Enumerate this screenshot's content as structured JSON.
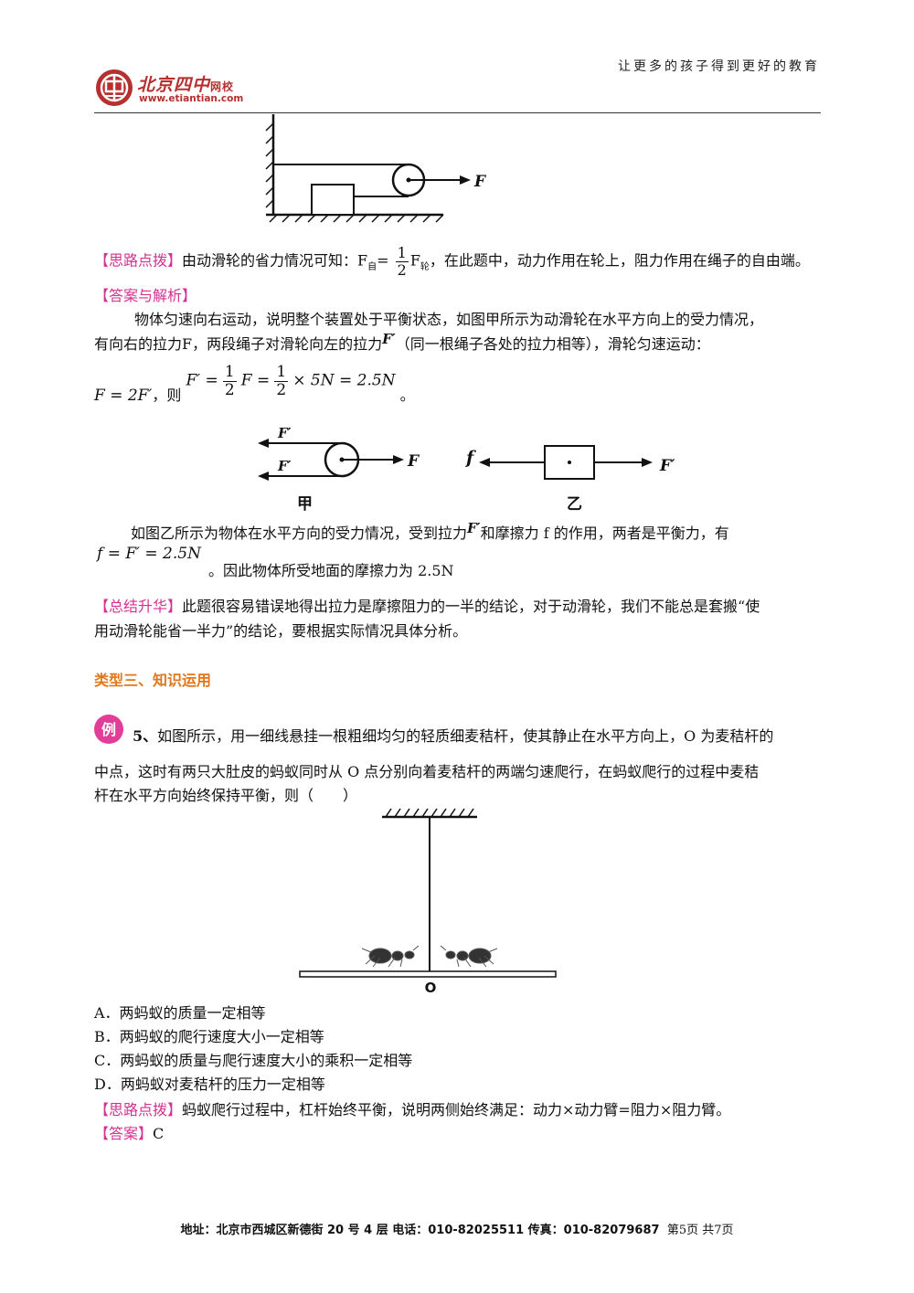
{
  "header": {
    "logo_name": "北京四中",
    "logo_suffix": "网校",
    "logo_url": "www.etiantian.com",
    "slogan": "让更多的孩子得到更好的教育",
    "brand_color": "#b5302e"
  },
  "figure1": {
    "force_label": "F"
  },
  "hint1": {
    "tag": "【思路点拨】",
    "text_before": "由动滑轮的省力情况可知：F",
    "sub1": "自",
    "eq": "=",
    "frac_num": "1",
    "frac_den": "2",
    "mid": "F",
    "sub2": "轮",
    "text_after": "，在此题中，动力作用在轮上，阻力作用在绳子的自由端。"
  },
  "answer1": {
    "tag": "【答案与解析】",
    "p1": "物体匀速向右运动，说明整个装置处于平衡状态，如图甲所示为动滑轮在水平方向上的受力情况，",
    "p2_before": "有向右的拉力F，两段绳子对滑轮向左的拉力",
    "p2_sym": "F′",
    "p2_after": "（同一根绳子各处的拉力相等），滑轮匀速运动：",
    "eq1": "F = 2F′",
    "then": "，则",
    "eq2_a": "F′ =",
    "eq2_frac_num": "1",
    "eq2_frac_den": "2",
    "eq2_b": "F =",
    "eq2_c": "× 5N = 2.5N",
    "period": "。",
    "p3_before": "如图乙所示为物体在水平方向的受力情况，受到拉力",
    "p3_sym": "F′",
    "p3_after": "和摩擦力 f 的作用，两者是平衡力，有",
    "eq3": "f = F′ = 2.5N",
    "p4": "。因此物体所受地面的摩擦力为 2.5N"
  },
  "figure2": {
    "left_caption": "甲",
    "right_caption": "乙",
    "label_F_prime_top": "F′",
    "label_F_prime_bottom": "F′",
    "label_F": "F",
    "label_f": "f",
    "label_F_prime_right": "F′"
  },
  "summary": {
    "tag": "【总结升华】",
    "line1": "此题很容易错误地得出拉力是摩擦阻力的一半的结论，对于动滑轮，我们不能总是套搬“使",
    "line2": "用动滑轮能省一半力”的结论，要根据实际情况具体分析。"
  },
  "section": {
    "title": "类型三、知识运用"
  },
  "example5": {
    "badge": "例",
    "number": "5、",
    "line1": "如图所示，用一细线悬挂一根粗细均匀的轻质细麦秸杆，使其静止在水平方向上，O 为麦秸杆的",
    "line2": "中点，这时有两只大肚皮的蚂蚁同时从 O 点分别向着麦秸杆的两端匀速爬行，在蚂蚁爬行的过程中麦秸",
    "line3": "杆在水平方向始终保持平衡，则（　　）",
    "figure_label": "O",
    "options": [
      "A．两蚂蚁的质量一定相等",
      "B．两蚂蚁的爬行速度大小一定相等",
      "C．两蚂蚁的质量与爬行速度大小的乘积一定相等",
      "D．两蚂蚁对麦秸杆的压力一定相等"
    ],
    "hint_tag": "【思路点拨】",
    "hint_text": "蚂蚁爬行过程中，杠杆始终平衡，说明两侧始终满足：动力×动力臂=阻力×阻力臂。",
    "answer_tag": "【答案】",
    "answer_text": "C"
  },
  "footer": {
    "address": "地址：北京市西城区新德街 20 号 4 层  电话：010-82025511  传真：010-82079687",
    "page": "第5页  共7页"
  }
}
